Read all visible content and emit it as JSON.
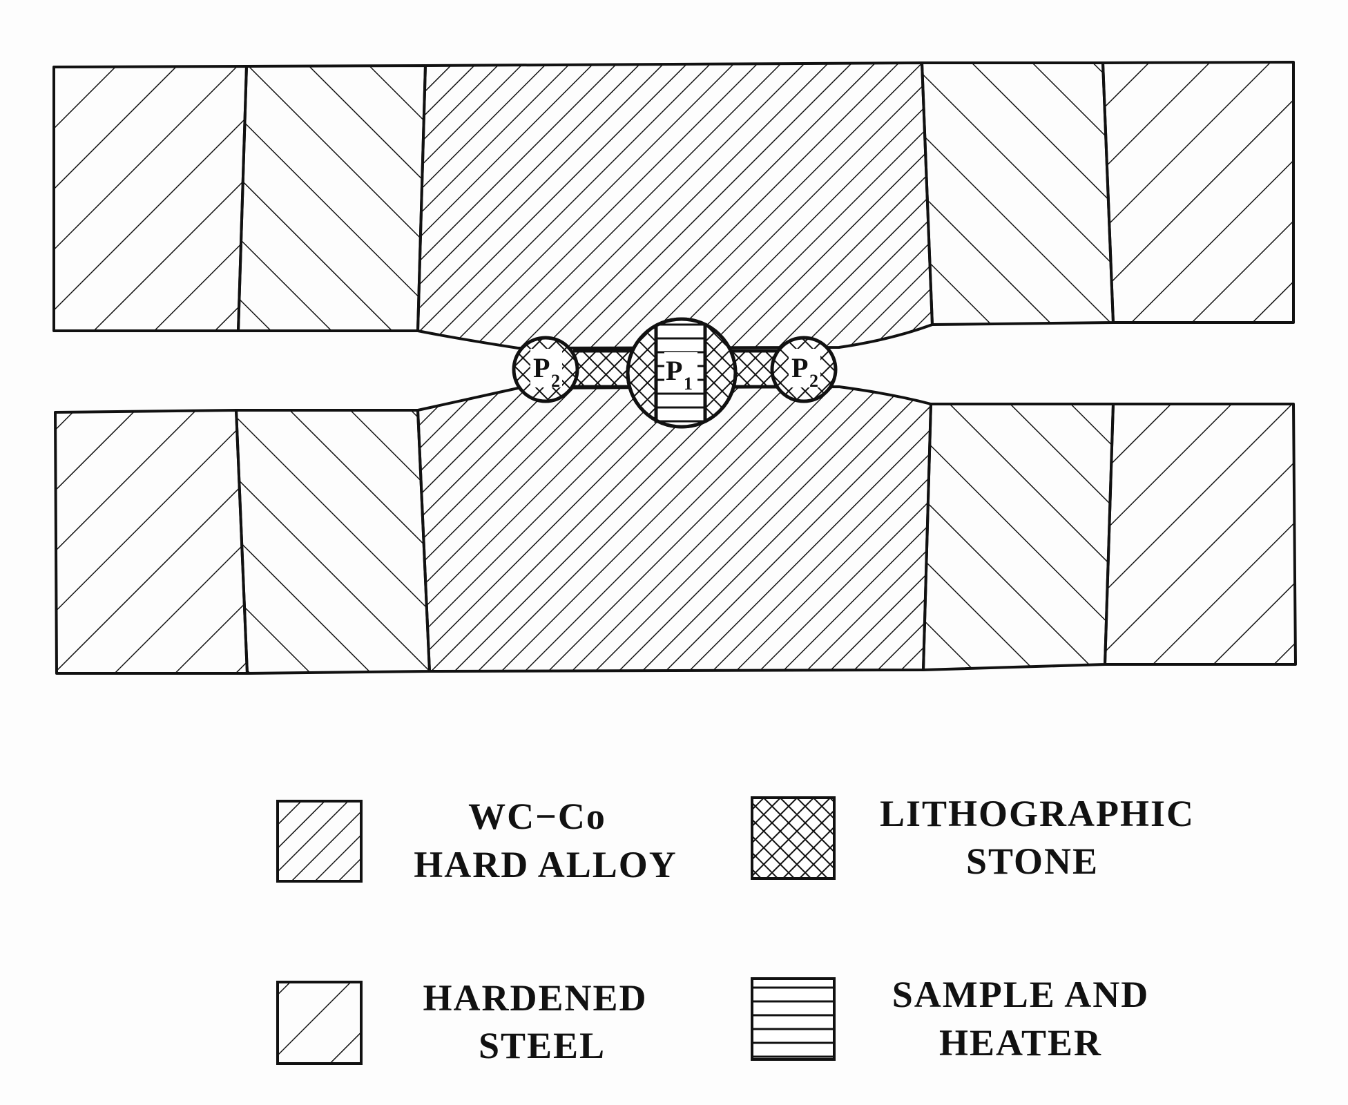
{
  "diagram": {
    "labels": {
      "outer_pressure": "P",
      "outer_pressure_sub": "2",
      "inner_pressure": "P",
      "inner_pressure_sub": "1"
    },
    "legend": [
      {
        "line1": "WC−Co",
        "line2": "HARD ALLOY",
        "pattern": "dense-diagonal"
      },
      {
        "line1": "LITHOGRAPHIC",
        "line2": "STONE",
        "pattern": "crosshatch"
      },
      {
        "line1": "HARDENED",
        "line2": "STEEL",
        "pattern": "wide-diagonal"
      },
      {
        "line1": "SAMPLE AND",
        "line2": "HEATER",
        "pattern": "horizontal-lines"
      }
    ],
    "colors": {
      "ink": "#111111",
      "paper": "#fdfdfd"
    }
  }
}
